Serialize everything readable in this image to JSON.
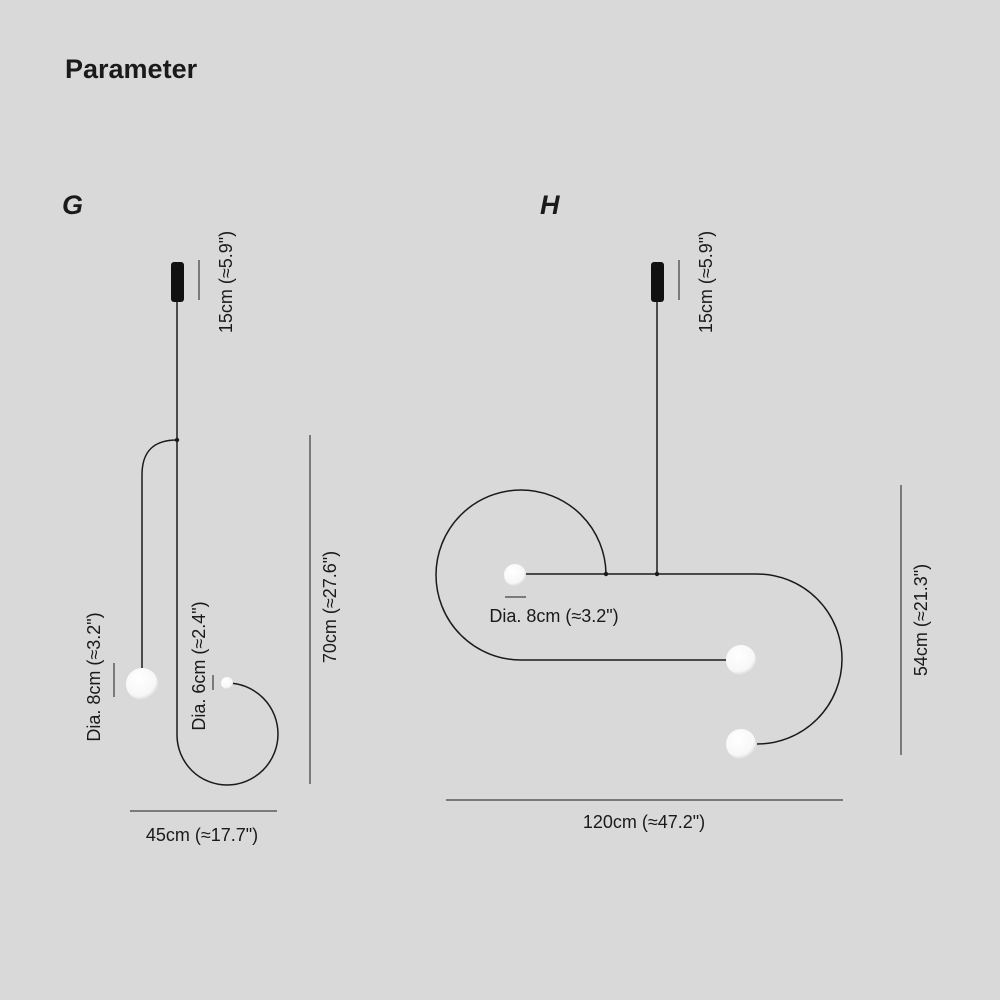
{
  "page": {
    "title": "Parameter",
    "background_color": "#d9d9d9",
    "line_color": "#1a1a1a",
    "globe_color": "#ffffff"
  },
  "variants": [
    {
      "label": "G",
      "canopy_height": "15cm (≈5.9\")",
      "height": "70cm (≈27.6\")",
      "width": "45cm (≈17.7\")",
      "globe_large": "Dia. 8cm (≈3.2\")",
      "globe_small": "Dia. 6cm (≈2.4\")"
    },
    {
      "label": "H",
      "canopy_height": "15cm (≈5.9\")",
      "height": "54cm (≈21.3\")",
      "width": "120cm (≈47.2\")",
      "globe": "Dia. 8cm (≈3.2\")"
    }
  ]
}
